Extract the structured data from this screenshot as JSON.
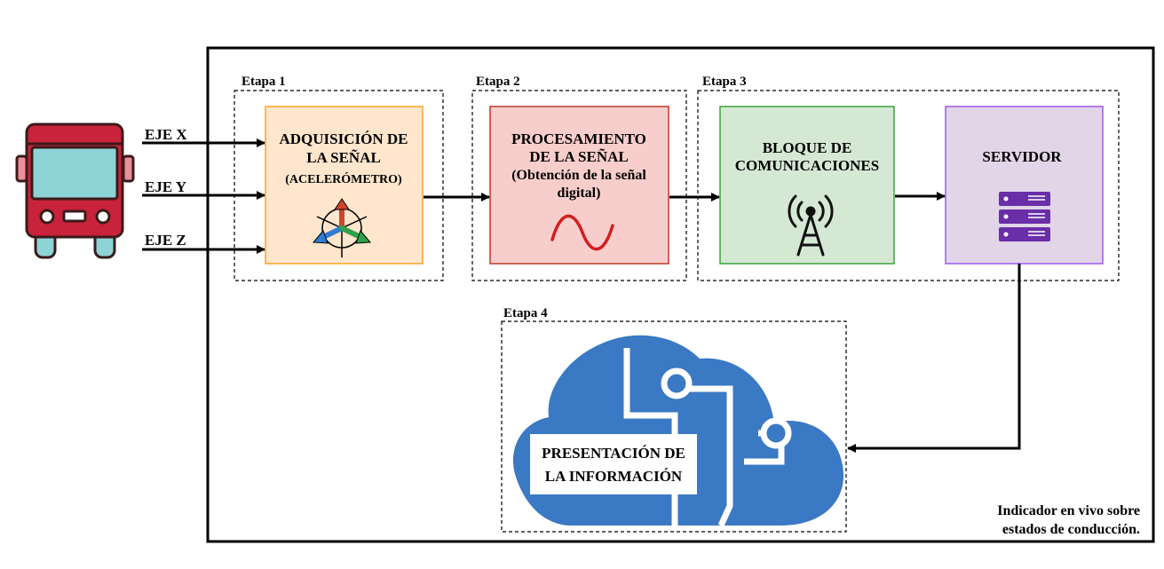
{
  "inputs": {
    "axis_x": "EJE X",
    "axis_y": "EJE Y",
    "axis_z": "EJE Z"
  },
  "stages": {
    "stage1": "Etapa 1",
    "stage2": "Etapa 2",
    "stage3": "Etapa 3",
    "stage4": "Etapa 4"
  },
  "blocks": {
    "acquisition": {
      "line1": "ADQUISICIÓN DE",
      "line2": "LA SEÑAL",
      "line3": "(ACELERÓMETRO)"
    },
    "processing": {
      "line1": "PROCESAMIENTO",
      "line2": "DE LA SEÑAL",
      "line3": "(Obtención de la señal",
      "line4": "digital)"
    },
    "communications": {
      "line1": "BLOQUE DE",
      "line2": "COMUNICACIONES"
    },
    "server": {
      "line1": "SERVIDOR"
    },
    "presentation": {
      "line1": "PRESENTACIÓN DE",
      "line2": "LA INFORMACIÓN"
    }
  },
  "footer_note": {
    "line1": "Indicador en vivo sobre",
    "line2": "estados de conducción."
  },
  "colors": {
    "acquisition_fill": "#FFE6CC",
    "acquisition_border": "#F5A623",
    "processing_fill": "#F8CECC",
    "processing_border": "#C0392B",
    "communications_fill": "#D5E8D4",
    "communications_border": "#3CA33C",
    "server_fill": "#E1D5E7",
    "server_border": "#9B59F6",
    "cloud": "#3A79C3",
    "bus_red": "#C8233A",
    "bus_glass": "#8ED3D6",
    "wave": "#D11F1F",
    "server_icon": "#6A2EA8"
  },
  "icons": {
    "vehicle": "bus-icon",
    "accelerometer": "3d-axes-icon",
    "signal": "sine-wave-icon",
    "antenna": "radio-tower-icon",
    "server": "server-rack-icon",
    "cloud": "cloud-circuit-icon"
  }
}
